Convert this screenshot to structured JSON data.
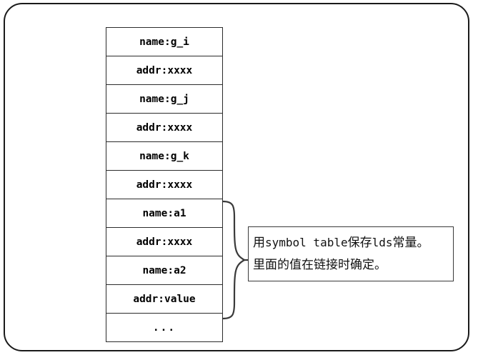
{
  "diagram": {
    "frame_label": "rounded-outer-frame",
    "table": {
      "name": "symbol-table",
      "rows": [
        {
          "text": "name:g_i",
          "kind": "name"
        },
        {
          "text": "addr:xxxx",
          "kind": "addr"
        },
        {
          "text": "name:g_j",
          "kind": "name"
        },
        {
          "text": "addr:xxxx",
          "kind": "addr"
        },
        {
          "text": "name:g_k",
          "kind": "name"
        },
        {
          "text": "addr:xxxx",
          "kind": "addr"
        },
        {
          "text": "name:a1",
          "kind": "name"
        },
        {
          "text": "addr:xxxx",
          "kind": "addr"
        },
        {
          "text": "name:a2",
          "kind": "name"
        },
        {
          "text": "addr:value",
          "kind": "addr"
        },
        {
          "text": "...",
          "kind": "ellipsis"
        }
      ]
    },
    "annotation": {
      "line1_prefix": "用",
      "line1_mono": "symbol table",
      "line1_mid": "保存",
      "line1_mono2": "lds",
      "line1_suffix": "常量。",
      "line2": "里面的值在链接时确定。",
      "full_text": "用symbol table保存lds常量。里面的值在链接时确定。"
    },
    "colors": {
      "frame_stroke": "#1a1a1a",
      "table_stroke": "#2b2b2b",
      "box_stroke": "#3a3a3a",
      "text": "#000000",
      "background": "#ffffff"
    }
  }
}
